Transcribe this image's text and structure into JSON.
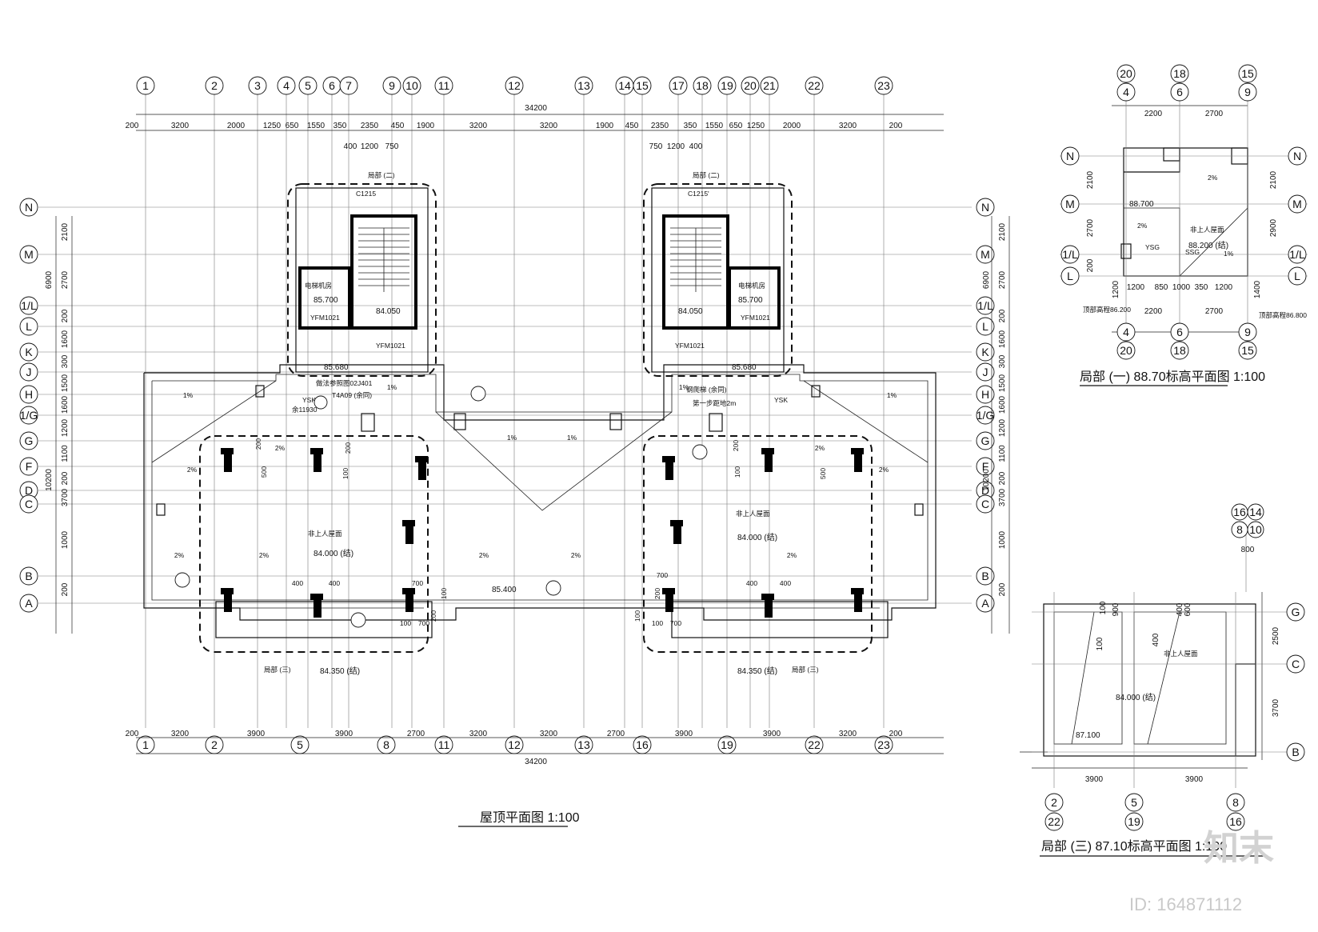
{
  "main_plan": {
    "title": "屋顶平面图 1:100",
    "top_axes": [
      "1",
      "2",
      "3",
      "4",
      "5",
      "6",
      "7",
      "9",
      "10",
      "11",
      "12",
      "13",
      "14",
      "15",
      "17",
      "18",
      "19",
      "20",
      "21",
      "22",
      "23"
    ],
    "bottom_axes": [
      "1",
      "2",
      "5",
      "8",
      "11",
      "12",
      "13",
      "16",
      "19",
      "22",
      "23"
    ],
    "side_axes": [
      "N",
      "M",
      "1/L",
      "L",
      "K",
      "J",
      "H",
      "1/G",
      "G",
      "F",
      "D",
      "C",
      "B",
      "A"
    ],
    "top_total": "34200",
    "bottom_total": "34200",
    "top_dims": [
      "200",
      "3200",
      "2000",
      "1250",
      "650",
      "1550",
      "350",
      "2350",
      "450",
      "1900",
      "3200",
      "3200",
      "1900",
      "450",
      "2350",
      "350",
      "1550",
      "650",
      "1250",
      "2000",
      "3200",
      "200"
    ],
    "bottom_dims": [
      "200",
      "3200",
      "3900",
      "3900",
      "2700",
      "3200",
      "3200",
      "2700",
      "3900",
      "3900",
      "3200",
      "200"
    ],
    "stair_dims": [
      "400",
      "1200",
      "750",
      "750",
      "1200",
      "400"
    ],
    "side_dims": [
      "2100",
      "2700",
      "200",
      "1600",
      "300",
      "1500",
      "1600",
      "1200",
      "1100",
      "200",
      "3700",
      "1000",
      "200"
    ],
    "side_totals": [
      "6900",
      "10200"
    ],
    "side_extra": [
      "200",
      "300",
      "200",
      "200"
    ],
    "window": [
      "C1215",
      "C1215'"
    ],
    "detail_tag": [
      "局部 (二)",
      "局部 (三)"
    ],
    "rooms": [
      "电梯机房",
      "电梯机房"
    ],
    "levels": [
      "85.700",
      "85.700",
      "84.050",
      "84.050",
      "85.680",
      "85.680",
      "84.000 (结)",
      "84.000 (结)",
      "85.400",
      "84.350 (结)",
      "84.350 (结)"
    ],
    "doors": [
      "YFM1021",
      "YFM1021",
      "YFM1021",
      "YFM1021"
    ],
    "roof_label": "非上人屋面",
    "slopes": [
      "1%",
      "1%",
      "1%",
      "1%",
      "1%",
      "1%",
      "2%",
      "2%",
      "2%",
      "2%",
      "2%",
      "2%",
      "2%",
      "2%",
      "2%"
    ],
    "notes": [
      "做法参照图02J401",
      "T4A09 (余同)",
      "YSK",
      "余11930",
      "钢爬梯 (余同)",
      "第一步距地2m",
      "YSK"
    ],
    "small_dims": [
      "200",
      "500",
      "100",
      "200",
      "500",
      "100",
      "200",
      "400",
      "400",
      "700",
      "100",
      "700",
      "200",
      "400",
      "400",
      "700",
      "100",
      "700",
      "100",
      "200",
      "100"
    ]
  },
  "detail1": {
    "title": "局部 (一) 88.70标高平面图 1:100",
    "top_axes": [
      "20",
      "18",
      "15"
    ],
    "top_axes2": [
      "4",
      "6",
      "9"
    ],
    "bottom_axes": [
      "4",
      "6",
      "9"
    ],
    "bottom_axes2": [
      "20",
      "18",
      "15"
    ],
    "side_axes": [
      "N",
      "M",
      "1/L",
      "L"
    ],
    "dims_top": [
      "2200",
      "2700"
    ],
    "dims_bottom": [
      "1200",
      "850",
      "1000",
      "350",
      "1200",
      "2200",
      "2700"
    ],
    "dims_side": [
      "2100",
      "2700",
      "200",
      "2100",
      "2900",
      "1200",
      "1400"
    ],
    "levels": [
      "88.700",
      "88.200 (结)"
    ],
    "slopes": [
      "2%",
      "2%",
      "1%"
    ],
    "roof_label": "非上人屋面",
    "notes": [
      "YSG",
      "SSG",
      "顶部高程86.200",
      "顶部高程86.800"
    ]
  },
  "detail3": {
    "title": "局部 (三) 87.10标高平面图 1:100",
    "top_axes": [
      "16",
      "14"
    ],
    "top_axes2": [
      "8",
      "10"
    ],
    "bottom_axes": [
      "2",
      "5",
      "8"
    ],
    "bottom_axes2": [
      "22",
      "19",
      "16"
    ],
    "side_axes": [
      "G",
      "C",
      "B"
    ],
    "dims": [
      "800",
      "100",
      "900",
      "400",
      "600",
      "100",
      "2500",
      "3700",
      "3900",
      "3900",
      "400"
    ],
    "levels": [
      "84.000 (结)",
      "87.100"
    ],
    "roof_label": "非上人屋面"
  },
  "watermark": {
    "logo": "知末",
    "id": "ID: 164871112"
  }
}
